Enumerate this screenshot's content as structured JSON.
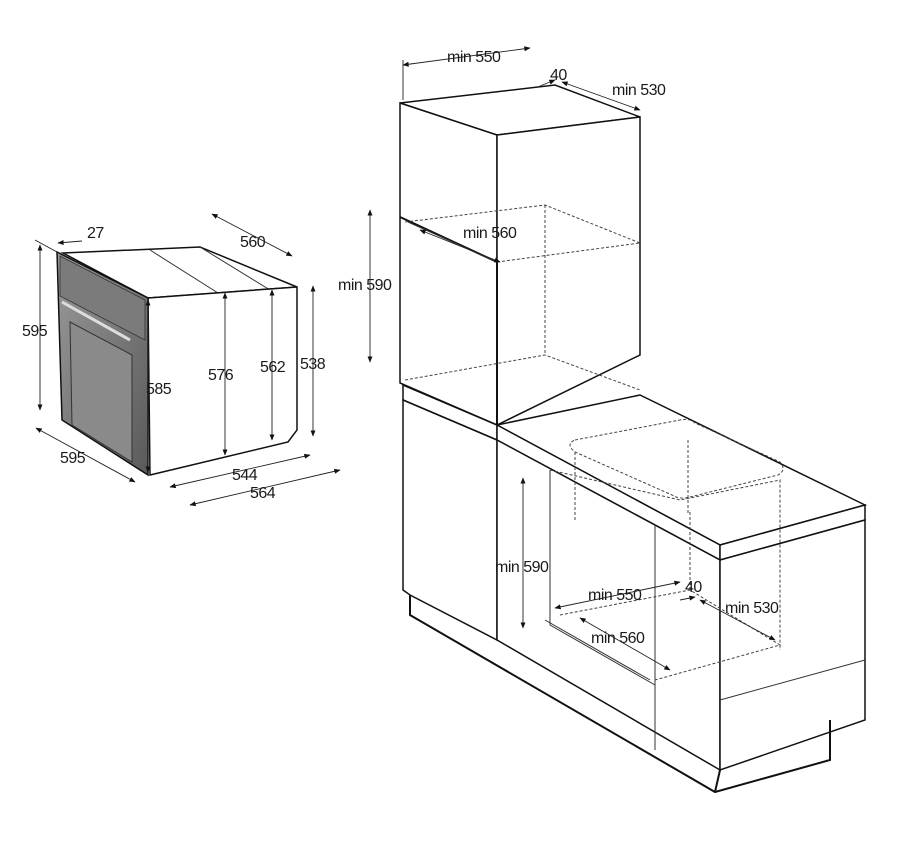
{
  "oven_dimensions": {
    "front_panel_depth": "27",
    "top_depth": "560",
    "height": "595",
    "width": "595",
    "side_height_front": "585",
    "side_height_mid": "576",
    "side_height_rear": "562",
    "rear_height": "538",
    "body_depth": "544",
    "overall_depth": "564"
  },
  "tall_unit_dimensions": {
    "niche_width": "min 550",
    "gap": "40",
    "niche_depth": "min 530",
    "niche_inner_width": "min 560",
    "niche_height": "min 590"
  },
  "under_counter_dimensions": {
    "niche_height": "min 590",
    "niche_width": "min 550",
    "gap": "40",
    "niche_depth": "min 530",
    "niche_inner_width": "min 560"
  }
}
